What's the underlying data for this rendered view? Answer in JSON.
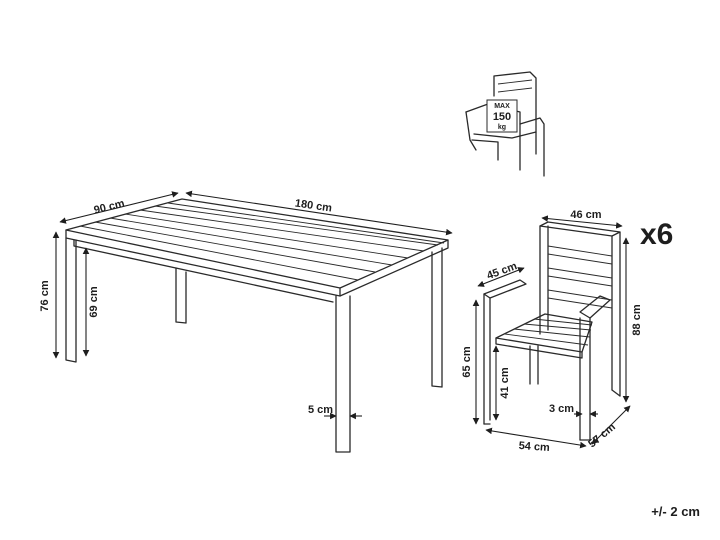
{
  "table": {
    "width_label": "180 cm",
    "depth_label": "90 cm",
    "height_label": "76 cm",
    "clearance_label": "69 cm",
    "leg_label": "5 cm"
  },
  "chair": {
    "width_label": "46 cm",
    "seat_depth_label": "45 cm",
    "height_label": "88 cm",
    "armrest_height_label": "65 cm",
    "seat_height_label": "41 cm",
    "leg_label": "3 cm",
    "base_width_label": "54 cm",
    "base_depth_label": "57 cm"
  },
  "quantity_label": "x6",
  "load_badge": {
    "line1": "MAX",
    "line2": "150",
    "line3": "kg"
  },
  "tolerance_label": "+/- 2 cm"
}
